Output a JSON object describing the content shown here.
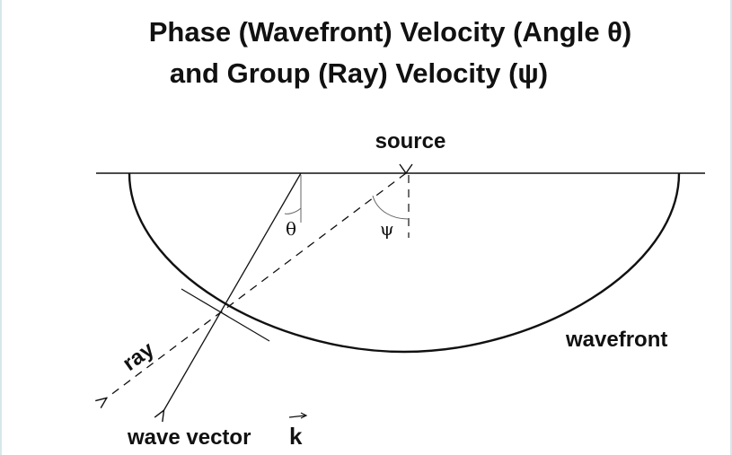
{
  "title": {
    "line1": "Phase (Wavefront) Velocity (Angle θ)",
    "line2": "and Group (Ray) Velocity (ψ)"
  },
  "labels": {
    "source": "source",
    "wavefront": "wavefront",
    "ray": "ray",
    "wave_vector": "wave vector",
    "k": "k",
    "theta": "θ",
    "psi": "ψ"
  }
}
